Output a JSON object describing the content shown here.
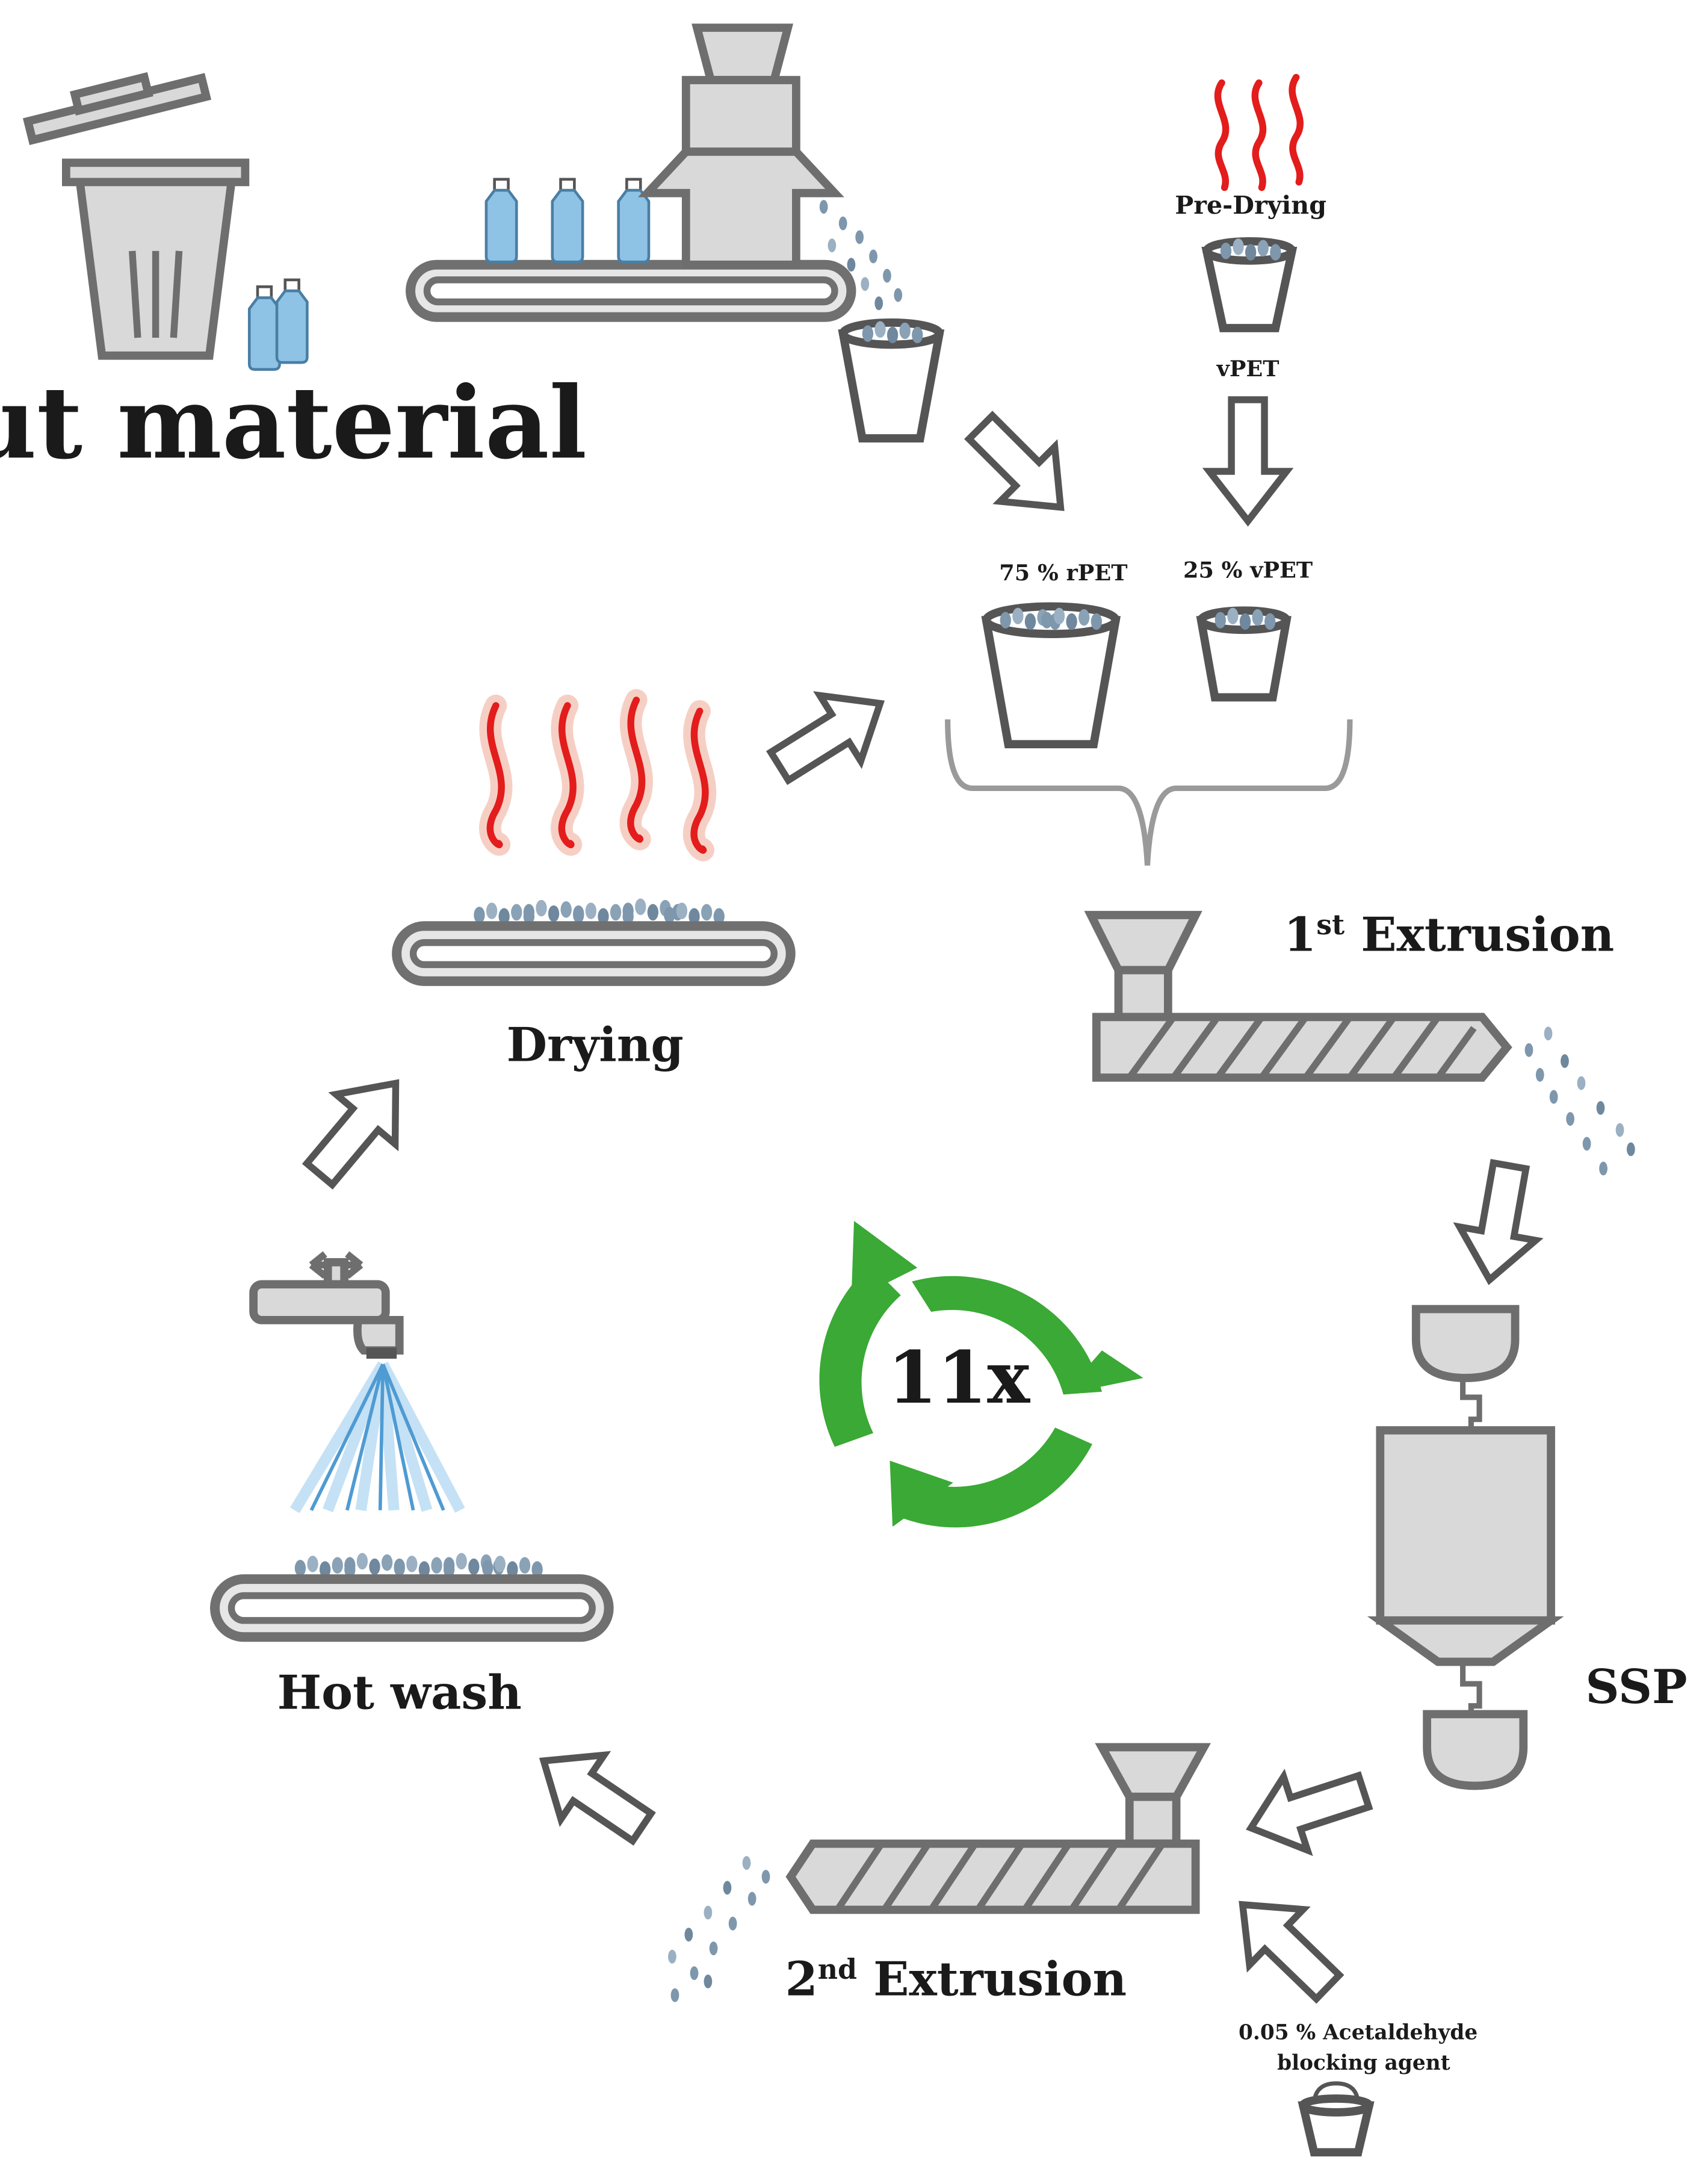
{
  "labels": {
    "input_material": "Input material",
    "pre_drying": "Pre-Drying",
    "vpet": "vPET",
    "rpet_share": "75 % rPET",
    "vpet_share": "25 % vPET",
    "first_extrusion_num": "1",
    "first_extrusion_sup": "st",
    "first_extrusion_word": " Extrusion",
    "drying": "Drying",
    "ssp": "SSP",
    "cycles": "11x",
    "hot_wash": "Hot wash",
    "second_extrusion_num": "2",
    "second_extrusion_sup": "nd",
    "second_extrusion_word": " Extrusion",
    "blocking_agent_line1": "0.05 % Acetaldehyde",
    "blocking_agent_line2": "blocking agent"
  },
  "colors": {
    "machine_fill": "#d9d9d9",
    "machine_stroke": "#6e6e6e",
    "bottle_blue": "#8fc3e6",
    "pellet": "#7e97ad",
    "heat_red": "#e31c1c",
    "recycle_green": "#3aa935",
    "water_blue": "#9fcdee"
  },
  "icons": [
    "trash-can-icon",
    "bottle-icon",
    "conveyor-belt-icon",
    "hopper-icon",
    "cup-icon",
    "heat-waves-icon",
    "extruder-icon",
    "ssp-reactor-icon",
    "water-tap-icon",
    "recycle-arrows-icon",
    "bucket-icon",
    "flow-arrow-icon"
  ]
}
